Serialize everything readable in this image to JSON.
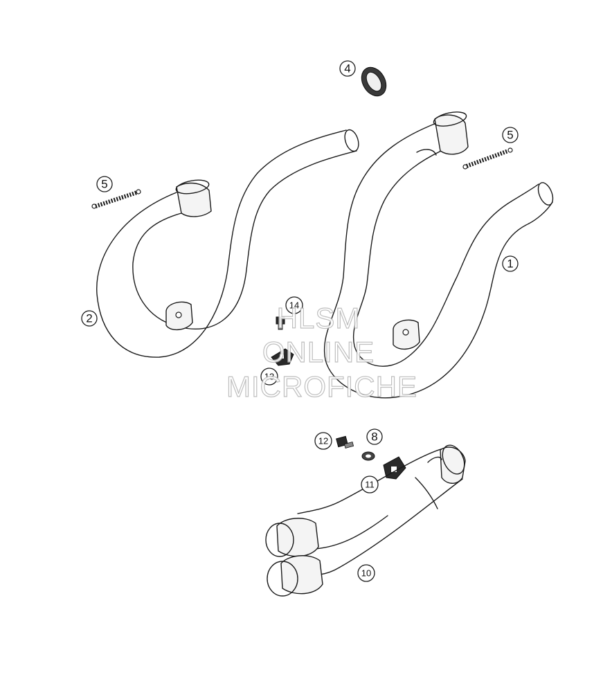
{
  "callouts": {
    "c1": "1",
    "c2": "2",
    "c4": "4",
    "c5_left": "5",
    "c5_right": "5",
    "c8": "8",
    "c10": "10",
    "c11": "11",
    "c12": "12",
    "c13": "13",
    "c14": "14"
  },
  "watermark": {
    "line1": "HLSM",
    "line2": "ONLINE",
    "line3": "MICROFICHE"
  }
}
